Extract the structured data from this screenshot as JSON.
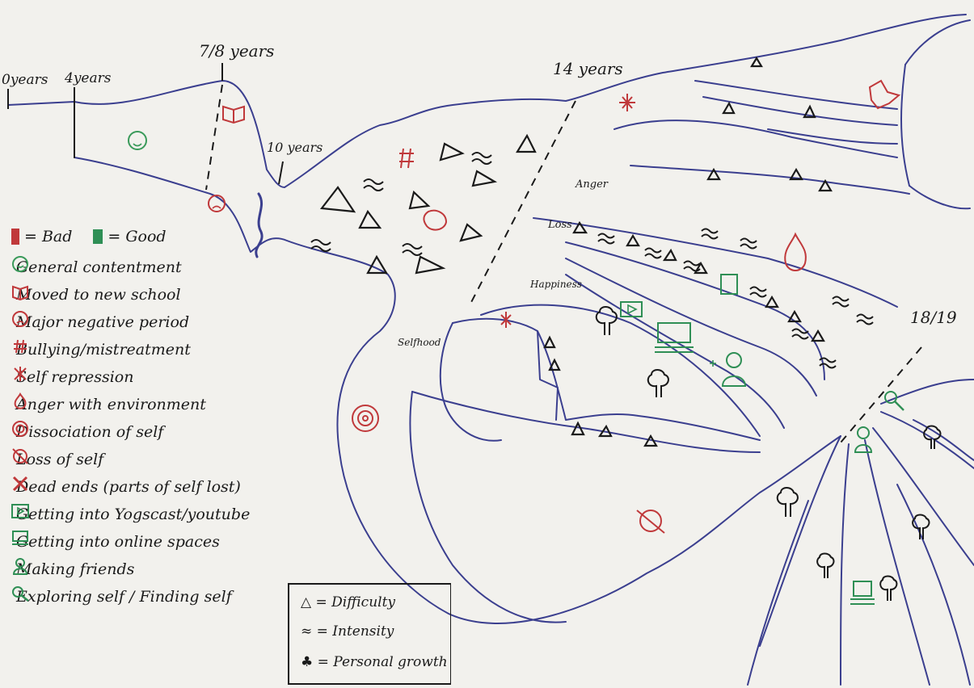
{
  "age_labels": {
    "age_0": "0years",
    "age_4": "4years",
    "age_7_8": "7/8 years",
    "age_10": "10 years",
    "age_14": "14 years",
    "age_18_19": "18/19"
  },
  "branch_labels": {
    "anger": "Anger",
    "loss": "Loss",
    "happiness": "Happiness",
    "selfhood": "Selfhood"
  },
  "legend": {
    "bad": "= Bad",
    "good": "= Good",
    "items": [
      {
        "label": "General contentment",
        "icon": "smiley-icon",
        "color": "#3a9a5a"
      },
      {
        "label": "Moved to new school",
        "icon": "book-icon",
        "color": "#c0393b"
      },
      {
        "label": "Major negative period",
        "icon": "sad-face-icon",
        "color": "#c0393b"
      },
      {
        "label": "Bullying/mistreatment",
        "icon": "hash-icon",
        "color": "#c0393b"
      },
      {
        "label": "Self repression",
        "icon": "repression-icon",
        "color": "#c0393b"
      },
      {
        "label": "Anger with environment",
        "icon": "flame-icon",
        "color": "#c0393b"
      },
      {
        "label": "Dissociation of self",
        "icon": "spiral-icon",
        "color": "#c0393b"
      },
      {
        "label": "Loss of self",
        "icon": "crossed-circle-icon",
        "color": "#c0393b"
      },
      {
        "label": "Dead ends (parts of self lost)",
        "icon": "x-cross-icon",
        "color": "#c0393b"
      },
      {
        "label": "Getting into Yogscast/youtube",
        "icon": "play-screen-icon",
        "color": "#2f8f55"
      },
      {
        "label": "Getting into online spaces",
        "icon": "computer-icon",
        "color": "#2f8f55"
      },
      {
        "label": "Making friends",
        "icon": "person-icon",
        "color": "#2f8f55"
      },
      {
        "label": "Exploring self / Finding self",
        "icon": "magnifier-icon",
        "color": "#2f8f55"
      }
    ]
  },
  "key": {
    "difficulty": "= Difficulty",
    "intensity": "= Intensity",
    "growth": "= Personal growth"
  },
  "colors": {
    "ink_blue": "#3b3f8f",
    "ink_black": "#1a1a1a",
    "bad_red": "#c0393b",
    "good_green": "#2f8f55"
  }
}
